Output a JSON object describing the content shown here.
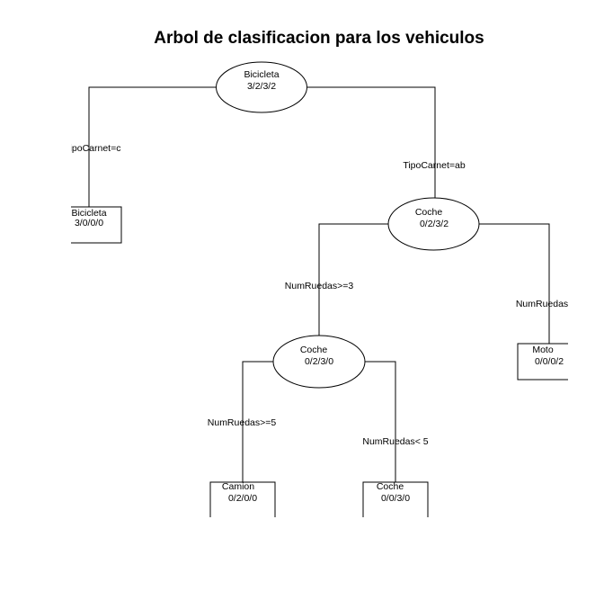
{
  "title": "Arbol de clasificacion para los vehiculos",
  "nodes": {
    "root": {
      "name": "Bicicleta",
      "counts": "3/2/3/2"
    },
    "left1": {
      "name": "Bicicleta",
      "counts": "3/0/0/0"
    },
    "coche1": {
      "name": "Coche",
      "counts": "0/2/3/2"
    },
    "coche2": {
      "name": "Coche",
      "counts": "0/2/3/0"
    },
    "moto": {
      "name": "Moto",
      "counts": "0/0/0/2"
    },
    "camion": {
      "name": "Camion",
      "counts": "0/2/0/0"
    },
    "coche3": {
      "name": "Coche",
      "counts": "0/0/3/0"
    }
  },
  "splits": {
    "root_left": "TipoCarnet=c",
    "root_right": "TipoCarnet=ab",
    "coche1_left": "NumRuedas>=3",
    "coche1_right": "NumRuedas",
    "coche2_left": "NumRuedas>=5",
    "coche2_right": "NumRuedas< 5"
  }
}
